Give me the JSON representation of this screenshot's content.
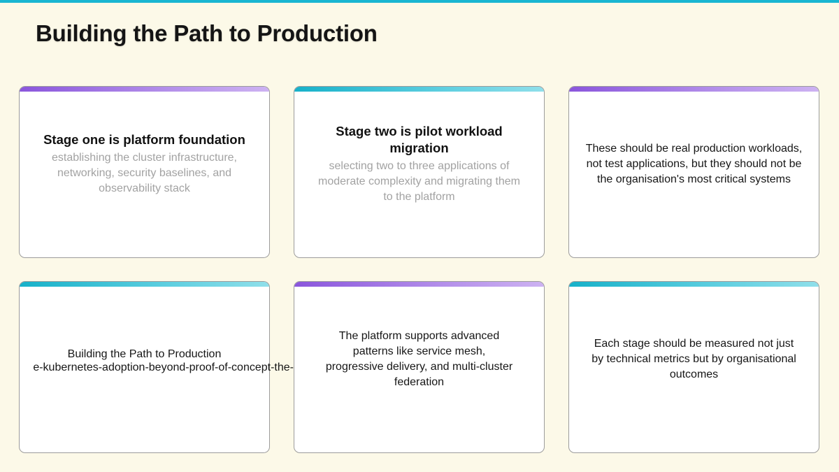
{
  "slide": {
    "title": "Building the Path to Production"
  },
  "colors": {
    "background": "#fcf9e8",
    "top_bar": "#19b6d2",
    "accent_purple": "#8a56dc",
    "accent_teal": "#17b1c9"
  },
  "cards": [
    {
      "accent": "purple",
      "heading": "Stage one is platform foundation",
      "subtext": "establishing the cluster infrastructure, networking, security baselines, and observability stack"
    },
    {
      "accent": "teal",
      "heading": "Stage two is pilot workload migration",
      "subtext": "selecting two to three applications of moderate complexity and migrating them to the platform"
    },
    {
      "accent": "purple",
      "text": "These should be real production workloads, not test applications, but they should not be the organisation's most critical systems"
    },
    {
      "accent": "teal",
      "title_line": "Building the Path to Production",
      "slug_line": "e-kubernetes-adoption-beyond-proof-of-concept-the-"
    },
    {
      "accent": "purple",
      "text": "The platform supports advanced patterns like service mesh, progressive delivery, and multi-cluster federation"
    },
    {
      "accent": "teal",
      "text": "Each stage should be measured not just by technical metrics but by organisational outcomes"
    }
  ]
}
